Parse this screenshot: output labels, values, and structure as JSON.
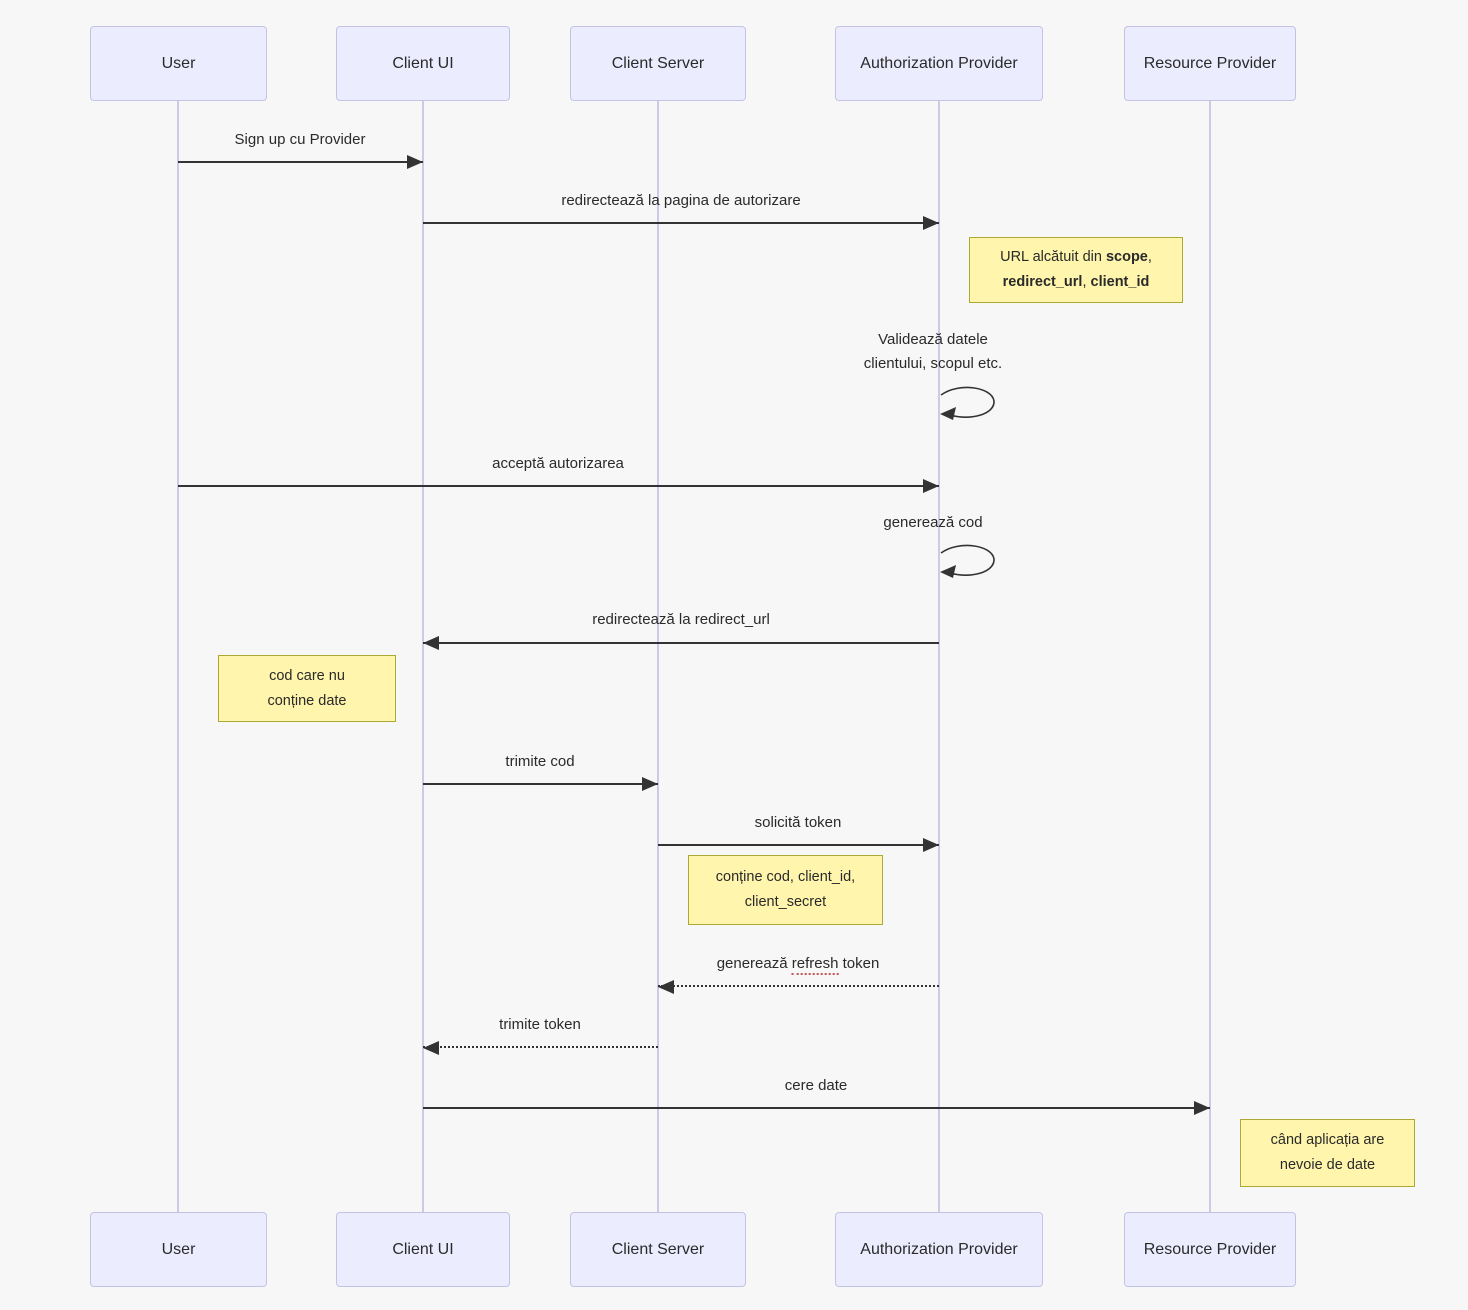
{
  "colors": {
    "background": "#f7f7f7",
    "actor_fill": "#ececff",
    "actor_border": "#c3c3e6",
    "lifeline": "#cfc8e6",
    "arrow": "#333333",
    "note_fill": "#fff5ad",
    "note_border": "#aaaa33",
    "text": "#2a2a2a",
    "spell_underline": "#c45252"
  },
  "actors": [
    {
      "id": "user",
      "label": "User"
    },
    {
      "id": "client-ui",
      "label": "Client UI"
    },
    {
      "id": "client-server",
      "label": "Client Server"
    },
    {
      "id": "authorization-provider",
      "label": "Authorization Provider"
    },
    {
      "id": "resource-provider",
      "label": "Resource Provider"
    }
  ],
  "messages": [
    {
      "label": "Sign up cu Provider",
      "from": "User",
      "to": "Client UI",
      "style": "solid"
    },
    {
      "label": "redirectează la pagina de autorizare",
      "from": "Client UI",
      "to": "Authorization Provider",
      "style": "solid"
    },
    {
      "line1": "Validează datele",
      "line2": "clientului, scopul etc.",
      "from": "Authorization Provider",
      "to": "Authorization Provider",
      "style": "self"
    },
    {
      "label": "acceptă autorizarea",
      "from": "User",
      "to": "Authorization Provider",
      "style": "solid"
    },
    {
      "label": "generează cod",
      "from": "Authorization Provider",
      "to": "Authorization Provider",
      "style": "self"
    },
    {
      "label": "redirectează la redirect_url",
      "from": "Authorization Provider",
      "to": "Client UI",
      "style": "solid"
    },
    {
      "label": "trimite cod",
      "from": "Client UI",
      "to": "Client Server",
      "style": "solid"
    },
    {
      "label": "solicită token",
      "from": "Client Server",
      "to": "Authorization Provider",
      "style": "solid"
    },
    {
      "prefix": "generează ",
      "highlight": "refresh",
      "suffix": " token",
      "from": "Authorization Provider",
      "to": "Client Server",
      "style": "dotted"
    },
    {
      "label": "trimite token",
      "from": "Client Server",
      "to": "Client UI",
      "style": "dotted"
    },
    {
      "label": "cere date",
      "from": "Client UI",
      "to": "Resource Provider",
      "style": "solid"
    }
  ],
  "notes": [
    {
      "position": "right of Authorization Provider",
      "line1_text": "URL alcătuit din ",
      "line1_bold": "scope",
      "line1_end": ",",
      "line2_bold1": "redirect_url",
      "line2_sep": ",  ",
      "line2_bold2": "client_id"
    },
    {
      "position": "left of Client UI",
      "line1": "cod care nu",
      "line2": "conține date"
    },
    {
      "position": "right of Client Server",
      "line1": "conține cod, client_id,",
      "line2": "client_secret"
    },
    {
      "position": "right of Resource Provider",
      "line1": "când aplicația are",
      "line2": "nevoie de date"
    }
  ]
}
